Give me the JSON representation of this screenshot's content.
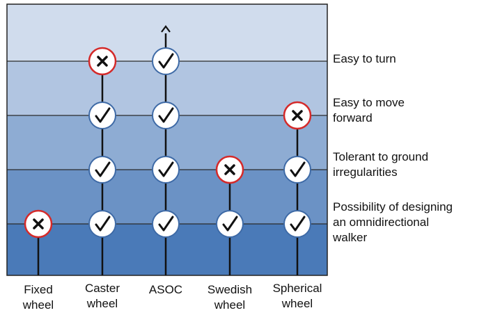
{
  "criteria": [
    {
      "id": "omni",
      "lines": [
        "Possibility of designing",
        "an omnidirectional",
        "walker"
      ]
    },
    {
      "id": "ground",
      "lines": [
        "Tolerant to ground",
        "irregularities"
      ]
    },
    {
      "id": "forward",
      "lines": [
        "Easy to move",
        "forward"
      ]
    },
    {
      "id": "turn",
      "lines": [
        "Easy to turn"
      ]
    }
  ],
  "wheels": [
    {
      "id": "fixed",
      "lines": [
        "Fixed",
        "wheel"
      ],
      "results": [
        "cross"
      ]
    },
    {
      "id": "caster",
      "lines": [
        "Caster",
        "wheel"
      ],
      "results": [
        "check",
        "check",
        "check",
        "cross"
      ]
    },
    {
      "id": "asoc",
      "lines": [
        "ASOC"
      ],
      "results": [
        "check",
        "check",
        "check",
        "check"
      ],
      "arrow": true
    },
    {
      "id": "swedish",
      "lines": [
        "Swedish",
        "wheel"
      ],
      "results": [
        "check",
        "cross"
      ]
    },
    {
      "id": "spherical",
      "lines": [
        "Spherical",
        "wheel"
      ],
      "results": [
        "check",
        "check",
        "cross"
      ]
    }
  ],
  "colors": {
    "band_bottom": "#4a7ab8",
    "band_top": "#e2e9f4",
    "check_border": "#3e6aa6",
    "cross_border": "#d42a2a",
    "line": "#111111"
  }
}
